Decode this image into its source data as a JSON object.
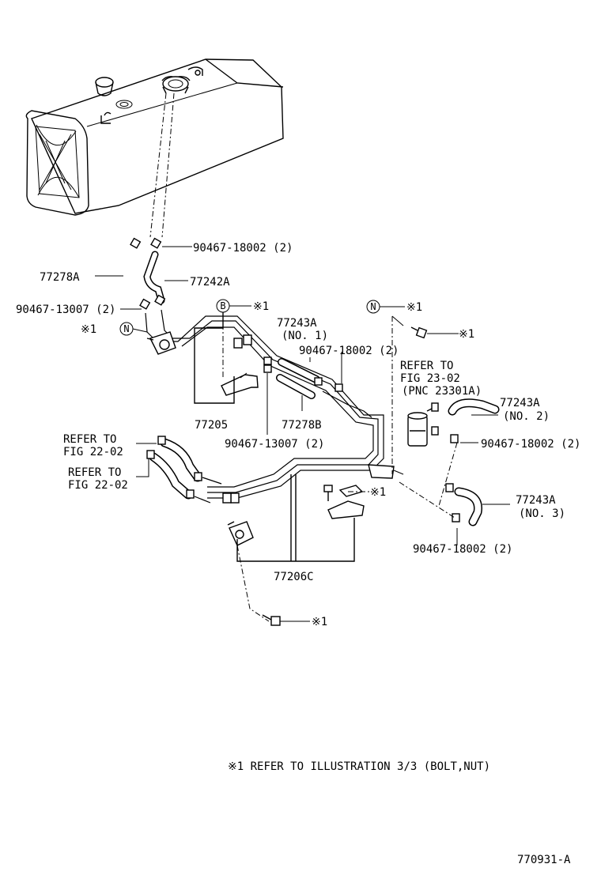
{
  "labels": {
    "p77278A": "77278A",
    "p77242A": "77242A",
    "c18002_top": "90467-18002 (2)",
    "c13007_left": "90467-13007 (2)",
    "ref1_left": "※1",
    "markN_left": "N",
    "markB": "B",
    "ref1_B": "※1",
    "p77243A_no1": "77243A",
    "no1": "(NO. 1)",
    "c18002_mid": "90467-18002 (2)",
    "markN_right": "N",
    "ref1_N_right": "※1",
    "ref1_bolt_right": "※1",
    "refer_fig23": "REFER TO",
    "fig23": "FIG 23-02",
    "pnc": "(PNC 23301A)",
    "p77243A_no2": "77243A",
    "no2": "(NO. 2)",
    "c18002_right": "90467-18002 (2)",
    "p77205": "77205",
    "p77278B": "77278B",
    "c13007_mid": "90467-13007 (2)",
    "refer_fig22a": "REFER TO",
    "fig22a": "FIG 22-02",
    "refer_fig22b": "REFER TO",
    "fig22b": "FIG 22-02",
    "ref1_bolt_mid": "※1",
    "p77243A_no3": "77243A",
    "no3": "(NO. 3)",
    "c18002_bottom": "90467-18002 (2)",
    "p77206C": "77206C",
    "ref1_bolt_bottom": "※1",
    "note": "※1 REFER TO ILLUSTRATION 3/3 (BOLT,NUT)",
    "figure_id": "770931-A"
  }
}
